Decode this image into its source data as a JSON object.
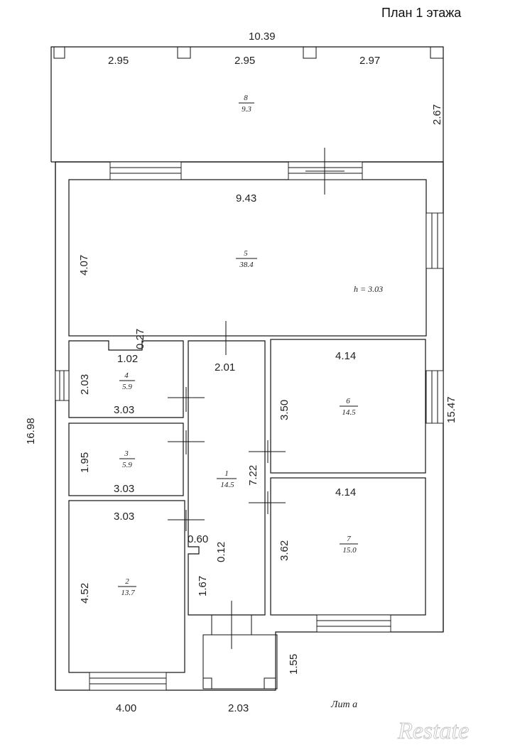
{
  "title": "План 1 этажа",
  "lit_label": "Лит а",
  "watermark": "Restate",
  "ceiling_height": "h = 3.03",
  "rooms": [
    {
      "id": "room-1",
      "number": "1",
      "area": "14.5"
    },
    {
      "id": "room-2",
      "number": "2",
      "area": "13.7"
    },
    {
      "id": "room-3",
      "number": "3",
      "area": "5.9"
    },
    {
      "id": "room-4",
      "number": "4",
      "area": "5.9"
    },
    {
      "id": "room-5",
      "number": "5",
      "area": "38.4"
    },
    {
      "id": "room-6",
      "number": "6",
      "area": "14.5"
    },
    {
      "id": "room-7",
      "number": "7",
      "area": "15.0"
    },
    {
      "id": "room-8",
      "number": "8",
      "area": "9.3"
    }
  ],
  "dimensions": {
    "top_total": "10.39",
    "terrace_seg_1": "2.95",
    "terrace_seg_2": "2.95",
    "terrace_seg_3": "2.97",
    "terrace_depth": "2.67",
    "room5_width": "9.43",
    "room5_depth": "4.07",
    "partition": "0.27",
    "room4_door": "1.02",
    "room4_depth": "2.03",
    "room4_width": "3.03",
    "corridor_width": "2.01",
    "room6_width": "4.14",
    "room6_depth": "3.50",
    "right_total": "15.47",
    "left_total": "16.98",
    "room3_depth": "1.95",
    "room3_width": "3.03",
    "corridor_length": "7.22",
    "room7_width": "4.14",
    "room2_width": "3.03",
    "niche_width": "0.60",
    "niche_depth": "0.12",
    "room7_depth": "3.62",
    "room2_depth": "4.52",
    "corridor_lower": "1.67",
    "porch_depth": "1.55",
    "bottom_left": "4.00",
    "bottom_porch": "2.03"
  }
}
